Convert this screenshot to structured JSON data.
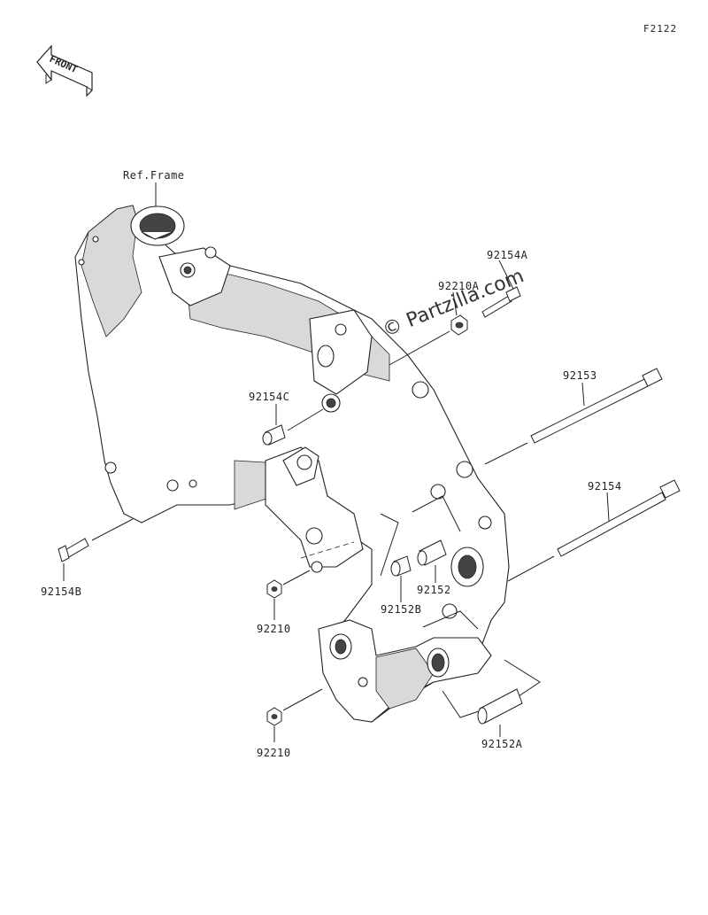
{
  "figure_code": "F2122",
  "front_arrow_label": "FRONT",
  "watermark": "© Partzilla.com",
  "ref_frame_label": "Ref.Frame",
  "parts": {
    "p92154A": "92154A",
    "p92210A": "92210A",
    "p92154C": "92154C",
    "p92153": "92153",
    "p92154": "92154",
    "p92154B": "92154B",
    "p92152": "92152",
    "p92152B": "92152B",
    "p92210_upper": "92210",
    "p92210_lower": "92210",
    "p92152A": "92152A"
  }
}
